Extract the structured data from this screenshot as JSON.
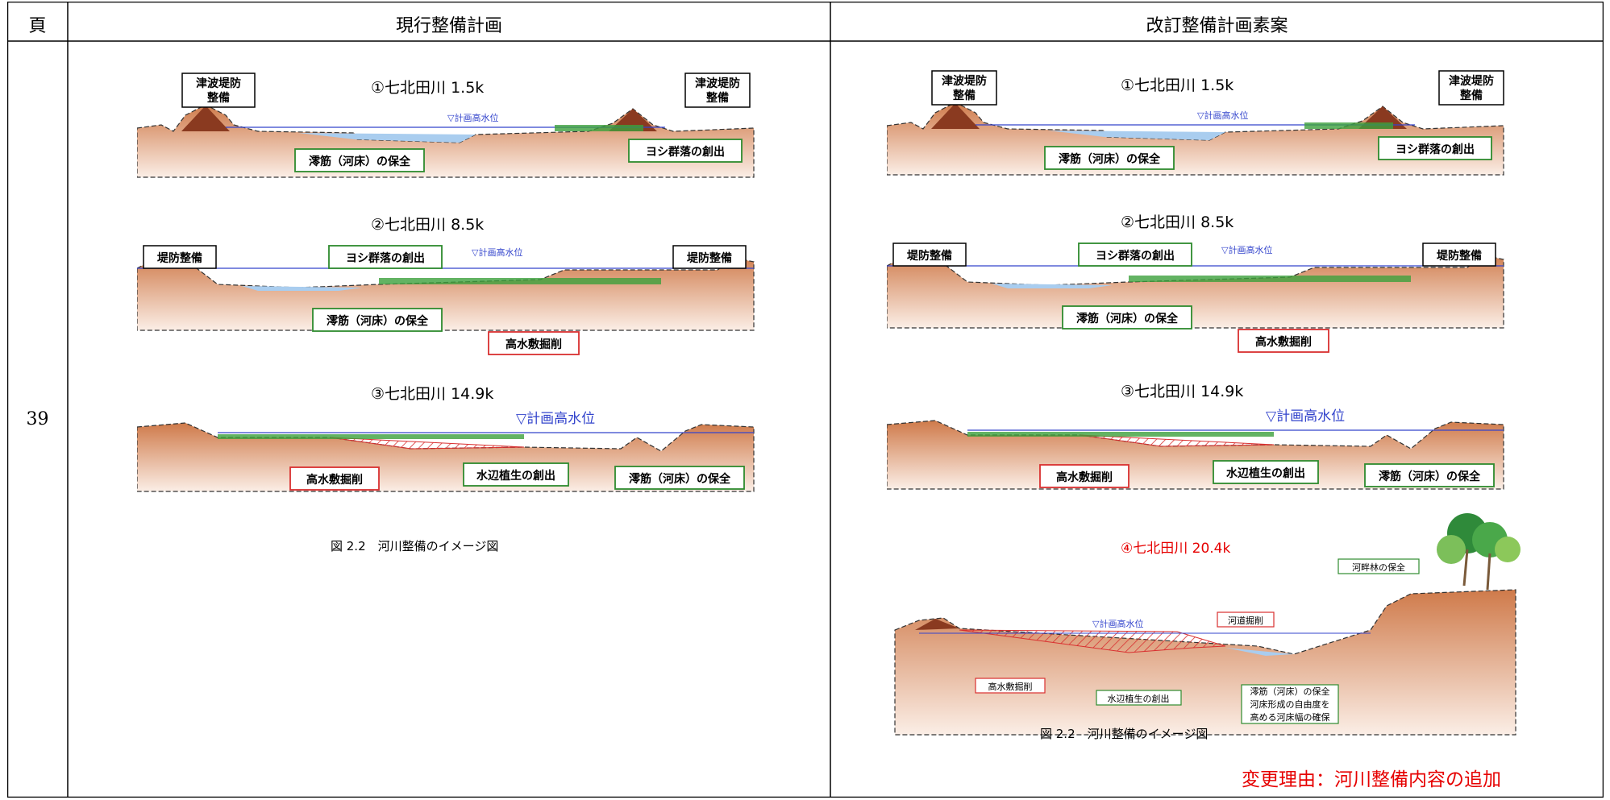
{
  "table": {
    "header": {
      "page_col": "頁",
      "current_col": "現行整備計画",
      "revised_col": "改訂整備計画素案"
    },
    "page_number": "39"
  },
  "current": {
    "sections": [
      {
        "title": "①七北田川 1.5k",
        "callouts": [
          "津波堤防\n整備",
          "津波堤防\n整備",
          "澪筋（河床）の保全",
          "ヨシ群落の創出"
        ],
        "water_level": "▽計画高水位"
      },
      {
        "title": "②七北田川 8.5k",
        "callouts": [
          "堤防整備",
          "堤防整備",
          "ヨシ群落の創出",
          "澪筋（河床）の保全",
          "高水敷掘削"
        ],
        "water_level": "▽計画高水位"
      },
      {
        "title": "③七北田川 14.9k",
        "callouts": [
          "高水敷掘削",
          "水辺植生の創出",
          "澪筋（河床）の保全"
        ],
        "water_level": "▽計画高水位"
      }
    ],
    "figure_caption": "図 2.2　河川整備のイメージ図"
  },
  "revised": {
    "sections": [
      {
        "title": "①七北田川 1.5k",
        "callouts": [
          "津波堤防\n整備",
          "津波堤防\n整備",
          "澪筋（河床）の保全",
          "ヨシ群落の創出"
        ],
        "water_level": "▽計画高水位"
      },
      {
        "title": "②七北田川 8.5k",
        "callouts": [
          "堤防整備",
          "堤防整備",
          "ヨシ群落の創出",
          "澪筋（河床）の保全",
          "高水敷掘削"
        ],
        "water_level": "▽計画高水位"
      },
      {
        "title": "③七北田川 14.9k",
        "callouts": [
          "高水敷掘削",
          "水辺植生の創出",
          "澪筋（河床）の保全"
        ],
        "water_level": "▽計画高水位"
      },
      {
        "title": "④七北田川 20.4k",
        "callouts": [
          "河畔林の保全",
          "河道掘削",
          "高水敷掘削",
          "水辺植生の創出",
          "澪筋（河床）の保全\n河床形成の自由度を\n高める河床幅の確保"
        ],
        "water_level": "▽計画高水位"
      }
    ],
    "figure_caption": "図 2.2　河川整備のイメージ図",
    "change_reason": "変更理由：河川整備内容の追加"
  },
  "colors": {
    "ground": "#d98a5c",
    "ground_light": "#f2d6c4",
    "water": "#a9cdef",
    "water_line": "#3344cc",
    "green_box": "#2e8b2e",
    "red_box": "#d93030",
    "red_text": "#e60000",
    "vegetation": "#3ca03c"
  }
}
